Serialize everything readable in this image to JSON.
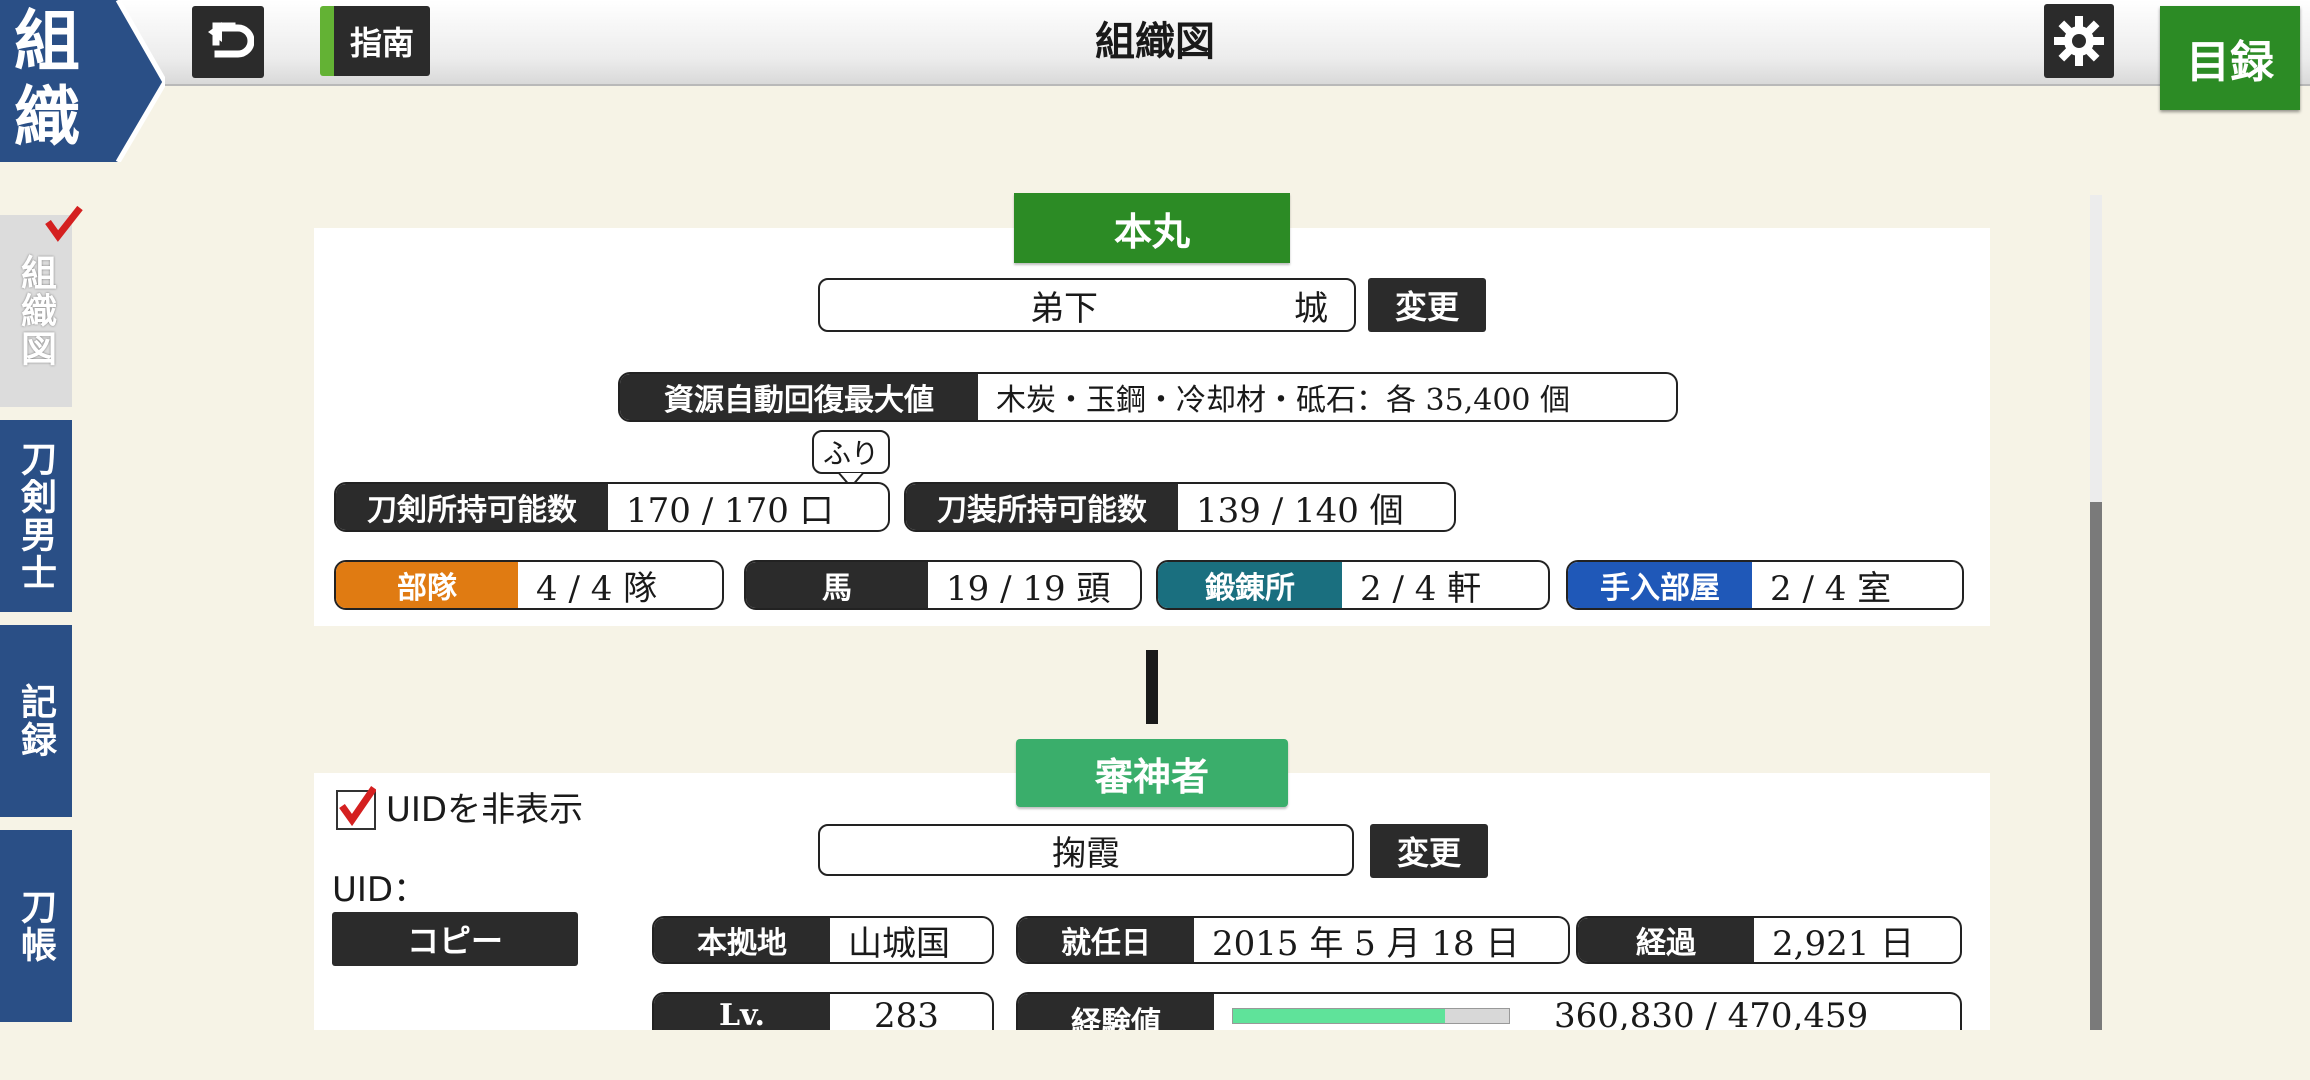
{
  "header": {
    "corner_top": "組",
    "corner_bottom": "織",
    "guide_label": "指南",
    "page_title": "組織図",
    "catalog_label": "目録"
  },
  "sidebar": {
    "items": [
      {
        "label": "組織図",
        "active": true
      },
      {
        "label": "刀剣男士",
        "active": false
      },
      {
        "label": "記録",
        "active": false
      },
      {
        "label": "刀帳",
        "active": false
      }
    ]
  },
  "honmaru": {
    "header": "本丸",
    "castle_name": "弟下",
    "castle_suffix": "城",
    "change_label": "変更",
    "resource_label": "資源自動回復最大値",
    "resource_value": "木炭・玉鋼・冷却材・砥石：各 35,400 個",
    "tooltip": "ふり",
    "sword_capacity_label": "刀剣所持可能数",
    "sword_capacity_value": "170 / 170 口",
    "equip_capacity_label": "刀装所持可能数",
    "equip_capacity_value": "139 / 140 個",
    "units_label": "部隊",
    "units_value": "4 / 4 隊",
    "horses_label": "馬",
    "horses_value": "19 / 19 頭",
    "forge_label": "鍛錬所",
    "forge_value": "2 / 4 軒",
    "repair_label": "手入部屋",
    "repair_value": "2 / 4 室"
  },
  "saniwa": {
    "header": "審神者",
    "hide_uid_label": "UIDを非表示",
    "uid_label": "UID：",
    "copy_label": "コピー",
    "name": "掬霞",
    "change_label": "変更",
    "base_label": "本拠地",
    "base_value": "山城国",
    "appointed_label": "就任日",
    "appointed_value": "2015 年 5 月 18 日",
    "elapsed_label": "経過",
    "elapsed_value": "2,921 日",
    "level_label": "Lv.",
    "level_value": "283",
    "exp_label": "経験値",
    "exp_value": "360,830 / 470,459",
    "exp_fraction": 0.767
  },
  "colors": {
    "honmaru_green": "#2c8b25",
    "saniwa_green": "#3aae6b",
    "units_orange": "#e07b12",
    "forge_teal": "#1a6f7f",
    "repair_blue": "#1f58b8",
    "sidebar_navy": "#2a4f86"
  }
}
